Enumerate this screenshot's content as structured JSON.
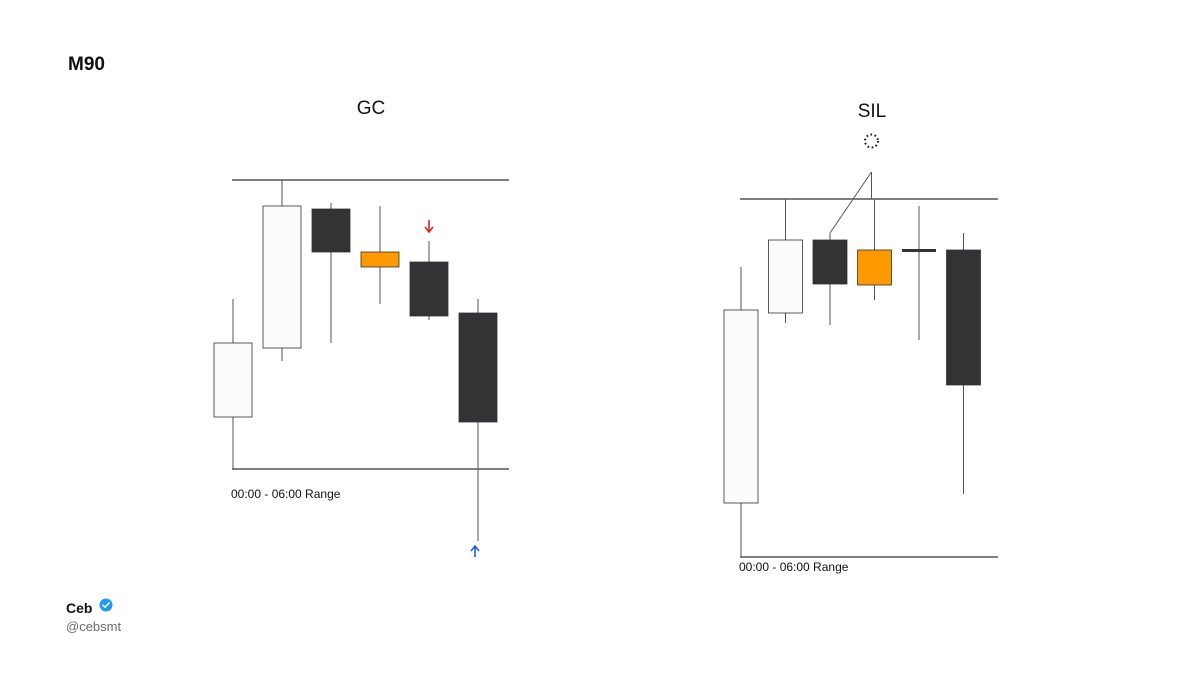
{
  "header": {
    "timeframe": "M90"
  },
  "author": {
    "name": "Ceb",
    "handle": "@cebsmt",
    "verified_color": "#1d9bf0"
  },
  "colors": {
    "bull": "#fbfbfb",
    "bear": "#333336",
    "neutral": "#ff9900",
    "line": "#555555",
    "arrow_down": "#e02020",
    "arrow_up": "#1f5fd6"
  },
  "chart_data": [
    {
      "type": "candlestick",
      "title": "GC",
      "range_label": "00:00 - 06:00 Range",
      "range_high": 180,
      "range_low": 469,
      "candles": [
        {
          "open": 417,
          "close": 343,
          "high": 299,
          "low": 469,
          "color": "bull"
        },
        {
          "open": 348,
          "close": 206,
          "high": 180,
          "low": 361,
          "color": "bull"
        },
        {
          "open": 209,
          "close": 252,
          "high": 203,
          "low": 343,
          "color": "bear"
        },
        {
          "open": 252,
          "close": 267,
          "high": 206,
          "low": 304,
          "color": "neutral"
        },
        {
          "open": 262,
          "close": 316,
          "high": 241,
          "low": 320,
          "color": "bear"
        },
        {
          "open": 313,
          "close": 422,
          "high": 299,
          "low": 541,
          "color": "bear"
        }
      ],
      "annotations": [
        {
          "type": "arrow-down",
          "candle": 4,
          "color": "arrow_down"
        },
        {
          "type": "arrow-up",
          "candle": 5,
          "color": "arrow_up"
        }
      ]
    },
    {
      "type": "candlestick",
      "title": "SIL",
      "range_label": "00:00 - 06:00 Range",
      "range_high": 199,
      "range_low": 557,
      "candles": [
        {
          "open": 503,
          "close": 310,
          "high": 267,
          "low": 557,
          "color": "bull"
        },
        {
          "open": 313,
          "close": 240,
          "high": 199,
          "low": 323,
          "color": "bull"
        },
        {
          "open": 240,
          "close": 284,
          "high": 233,
          "low": 325,
          "color": "bear"
        },
        {
          "open": 250,
          "close": 285,
          "high": 199,
          "low": 300,
          "color": "neutral"
        },
        {
          "open": 249,
          "close": 251,
          "high": 206,
          "low": 340,
          "color": "bear"
        },
        {
          "open": 250,
          "close": 385,
          "high": 233,
          "low": 494,
          "color": "bear"
        }
      ],
      "annotations": [
        {
          "type": "dotted-circle",
          "candle": 3
        }
      ]
    }
  ]
}
